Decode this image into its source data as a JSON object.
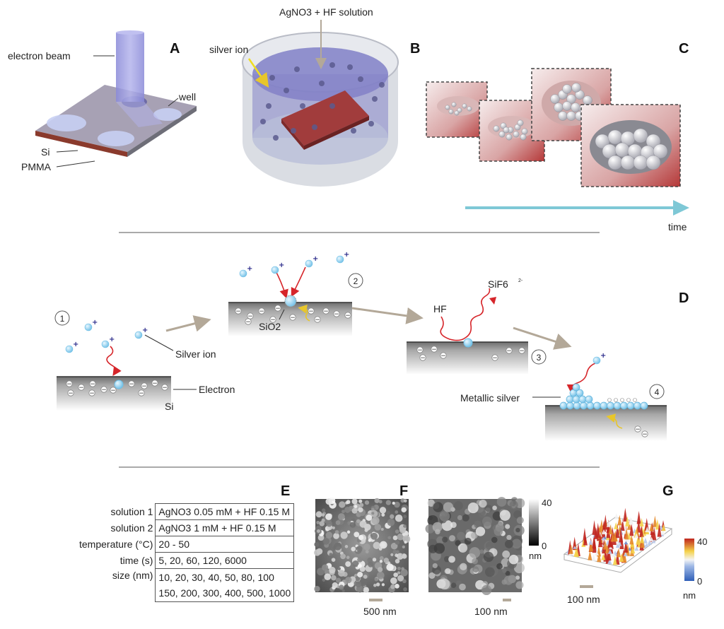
{
  "panels": {
    "a": "A",
    "b": "B",
    "c": "C",
    "d": "D",
    "e": "E",
    "f": "F",
    "g": "G"
  },
  "panel_a": {
    "electron_beam": "electron beam",
    "well": "well",
    "si": "Si",
    "pmma": "PMMA"
  },
  "panel_b": {
    "solution": "AgNO3 + HF solution",
    "silver_ion": "silver ion"
  },
  "panel_c": {
    "time": "time"
  },
  "panel_d": {
    "step1": "1",
    "step2": "2",
    "step3": "3",
    "step4": "4",
    "silver_ion": "Silver ion",
    "electron": "Electron",
    "si": "Si",
    "sio2": "SiO2",
    "hf": "HF",
    "sif6": "SiF6",
    "sif6_charge": "2-",
    "metallic_silver": "Metallic silver"
  },
  "panel_e": {
    "rows": [
      {
        "label": "solution 1",
        "value": "AgNO3 0.05 mM + HF 0.15 M"
      },
      {
        "label": "solution 2",
        "value": "AgNO3 1 mM + HF 0.15 M"
      },
      {
        "label": "temperature (°C)",
        "value": "20 - 50"
      },
      {
        "label": "time (s)",
        "value": "5, 20, 60, 120, 6000"
      },
      {
        "label": "size (nm)",
        "value": "10, 20, 30, 40, 50, 80, 100",
        "value2": "150, 200, 300, 400, 500, 1000"
      }
    ]
  },
  "panel_f": {
    "scale1": "500 nm",
    "scale2": "100 nm",
    "cbar_max": "40",
    "cbar_min": "0",
    "cbar_unit": "nm"
  },
  "panel_g": {
    "scale": "100 nm",
    "cbar_max": "40",
    "cbar_min": "0",
    "cbar_unit": "nm"
  },
  "colors": {
    "accent_arrow": "#7ec8d6",
    "reaction_arrow": "#d6252a",
    "process_arrow": "#b3a898",
    "ion": "#8fd0ec",
    "pmma": "#8a3a2c"
  }
}
